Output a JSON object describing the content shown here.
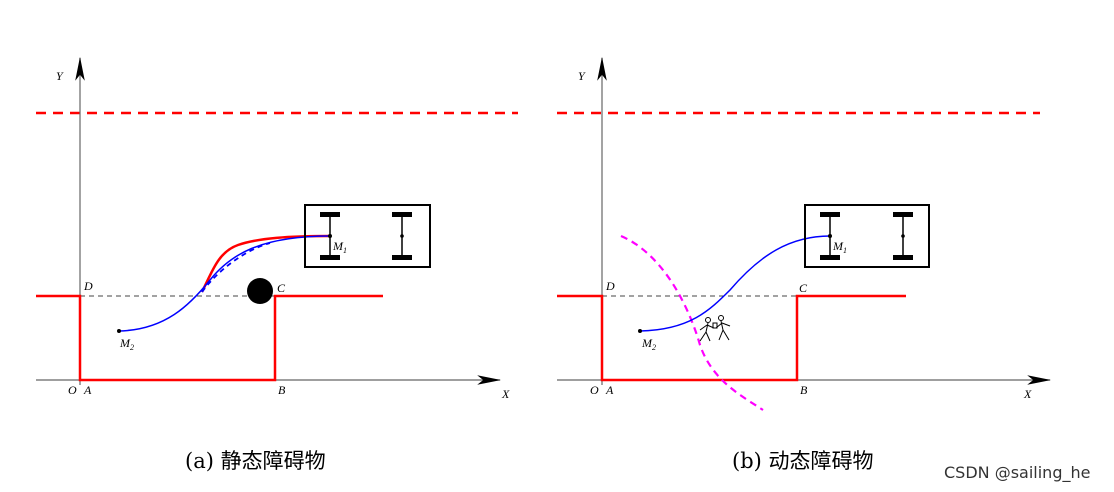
{
  "panels": [
    {
      "id": "a",
      "axis_y": "Y",
      "axis_x": "X",
      "origin": "O",
      "points": {
        "A": "A",
        "B": "B",
        "C": "C",
        "D": "D"
      },
      "m1": "M",
      "m1_sub": "1",
      "m2": "M",
      "m2_sub": "2",
      "obstacle": "static-circle",
      "caption": "(a)  静态障碍物"
    },
    {
      "id": "b",
      "axis_y": "Y",
      "axis_x": "X",
      "origin": "O",
      "points": {
        "A": "A",
        "B": "B",
        "C": "C",
        "D": "D"
      },
      "m1": "M",
      "m1_sub": "1",
      "m2": "M",
      "m2_sub": "2",
      "obstacle": "pedestrians-icon",
      "caption": "(b)  动态障碍物"
    }
  ],
  "watermark": "CSDN @sailing_he",
  "colors": {
    "boundary": "#ff0000",
    "path": "#0000ff",
    "trajectory": "#ff00ff",
    "axis": "#555555"
  }
}
